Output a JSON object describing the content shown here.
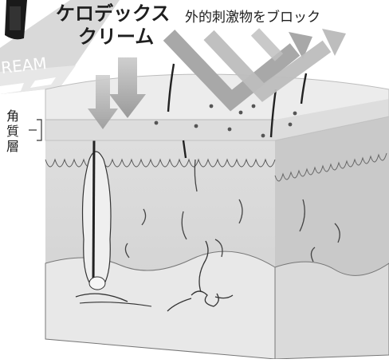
{
  "product": {
    "title_line1": "ケロデックス",
    "title_line2": "クリーム",
    "package_text": "REAM"
  },
  "labels": {
    "block_caption": "外的刺激物をブロック",
    "stratum_corneum": [
      "角",
      "質",
      "層"
    ]
  },
  "colors": {
    "ink": "#1e1e1e",
    "surface_top": "#e6e6e6",
    "front_face": "#d7d7d7",
    "side_face": "#c7c7c7",
    "arrow_fill": "#bdbdbd"
  }
}
